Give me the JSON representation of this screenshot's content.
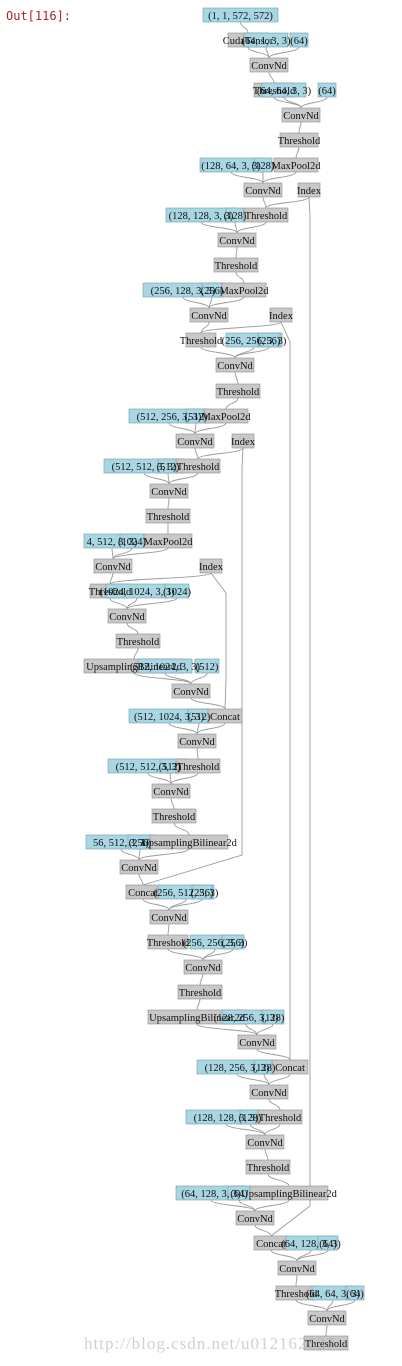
{
  "cell": {
    "prompt": "Out[116]:"
  },
  "watermark": "http://blog.csdn.net/u012162627",
  "colors": {
    "tensor_node": "#a9d6e3",
    "op_node": "#c8c8c8",
    "edge": "#9a9a9a",
    "prompt": "#b22222"
  },
  "graph": {
    "texts": [
      "(1, 1, 572, 572)",
      "CudaTensor",
      "(64, 1, 3, 3)",
      "(64)",
      "ConvNd",
      "Threshold",
      "(64, 64, 3, 3)",
      "(64)",
      "ConvNd",
      "Threshold",
      "(128, 64, 3, 3)",
      "(128)",
      "MaxPool2d",
      "ConvNd",
      "Index",
      "(128, 128, 3, 3)",
      "(128)",
      "Threshold",
      "ConvNd",
      "Threshold",
      "(256, 128, 3, 3)",
      "(256)",
      "MaxPool2d",
      "ConvNd",
      "Index",
      "Threshold",
      "(256, 256, 3, 3)",
      "(256)",
      "ConvNd",
      "Threshold",
      "(512, 256, 3, 3)",
      "(512)",
      "MaxPool2d",
      "ConvNd",
      "Index",
      "(512, 512, 3, 3)",
      "(512)",
      "Threshold",
      "ConvNd",
      "Threshold",
      "4, 512, 3, 3)",
      "(1024)",
      "MaxPool2d",
      "ConvNd",
      "Index",
      "Threshold",
      "(1024, 1024, 3, 3)",
      "(1024)",
      "ConvNd",
      "Threshold",
      "UpsamplingBilinear2d",
      "(512, 1024, 3, 3)",
      "(512)",
      "ConvNd",
      "(512, 1024, 3, 3)",
      "(512)",
      "Concat",
      "ConvNd",
      "(512, 512, 3, 3)",
      "(512)",
      "Threshold",
      "ConvNd",
      "Threshold",
      "56, 512, 3, 3)",
      "(256)",
      "UpsamplingBilinear2d",
      "ConvNd",
      "Concat",
      "(256, 512, 3, 3)",
      "(256)",
      "ConvNd",
      "Threshold",
      "(256, 256, 3, 3)",
      "(256)",
      "ConvNd",
      "Threshold",
      "UpsamplingBilinear2d",
      "(128, 256, 3, 3)",
      "(128)",
      "ConvNd",
      "(128, 256, 3, 3)",
      "(128)",
      "Concat",
      "ConvNd",
      "(128, 128, 3, 3)",
      "(128)",
      "Threshold",
      "ConvNd",
      "Threshold",
      "(64, 128, 3, 3)",
      "(64)",
      "UpsamplingBilinear2d",
      "ConvNd",
      "Concat",
      "(64, 128, 3, 3)",
      "(64)",
      "ConvNd",
      "Threshold",
      "(64, 64, 3, 3)",
      "(64)",
      "ConvNd",
      "Threshold"
    ]
  }
}
